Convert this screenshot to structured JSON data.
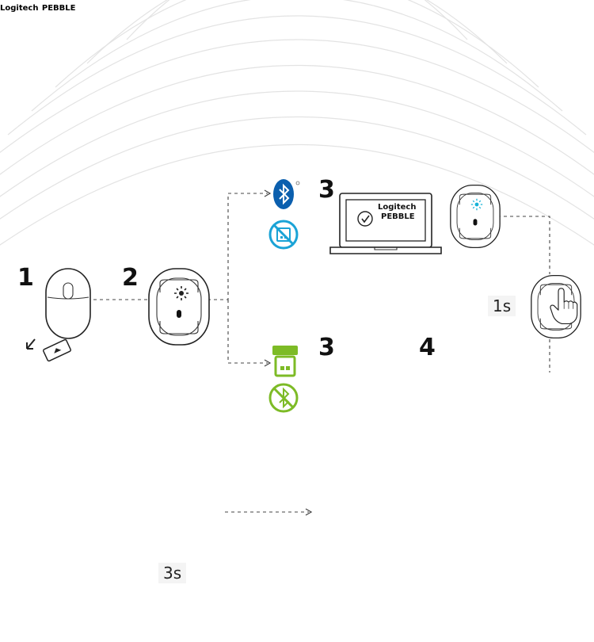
{
  "steps": {
    "step1": "1",
    "step2": "2",
    "step3_bluetooth": "3",
    "step3_receiver": "3",
    "step4": "4"
  },
  "laptop_screen": {
    "brand": "Logitech",
    "model": "PEBBLE"
  },
  "hold_times": {
    "short_press": "1s",
    "long_press": "3s"
  },
  "colors": {
    "bluetooth_blue": "#0b5fae",
    "no_receiver_cyan": "#1aa3d6",
    "receiver_green": "#7dbb26",
    "led_cyan": "#18b3d8",
    "led_green": "#7dbb26"
  },
  "icons": {
    "bluetooth": "bluetooth-icon",
    "no_receiver": "no-receiver-icon",
    "usb_receiver": "usb-receiver-icon",
    "no_bluetooth": "no-bluetooth-icon"
  }
}
